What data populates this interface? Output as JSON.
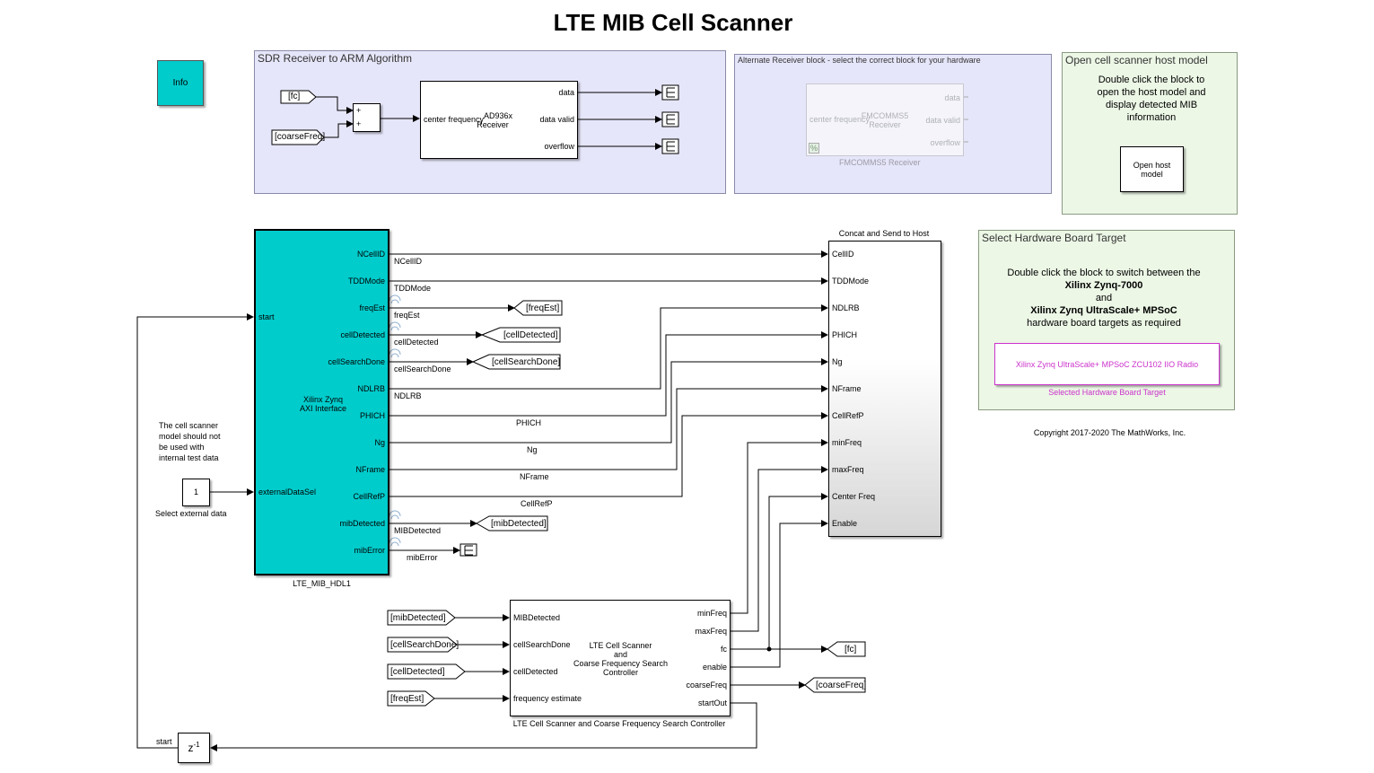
{
  "title": "LTE MIB Cell Scanner",
  "info_button": "Info",
  "sdr_area": {
    "label": "SDR Receiver to ARM Algorithm",
    "from_fc": "[fc]",
    "from_coarse": "[coarseFreq]",
    "sum_signs": [
      "+",
      "+"
    ],
    "receiver": {
      "name_line1": "AD936x",
      "name_line2": "Receiver",
      "in_port": "center frequency",
      "out_ports": [
        "data",
        "data valid",
        "overflow"
      ]
    }
  },
  "alt_area": {
    "label": "Alternate Receiver block - select the correct block for your hardware",
    "block": {
      "name_line1": "FMCOMMS5",
      "name_line2": "Receiver",
      "in_port": "center frequency",
      "out_ports": [
        "data",
        "data valid",
        "overflow"
      ],
      "caption": "FMCOMMS5 Receiver",
      "badge": "%"
    }
  },
  "host_area": {
    "label": "Open cell scanner host model",
    "text": [
      "Double click the block to",
      "open the host model and",
      "display detected MIB",
      "information"
    ],
    "button_line1": "Open host",
    "button_line2": "model"
  },
  "hw_area": {
    "label": "Select Hardware Board Target",
    "line1": "Double click the block to switch between the",
    "line2": "Xilinx Zynq-7000",
    "line3": "and",
    "line4": "Xilinx Zynq UltraScale+ MPSoC",
    "line5": "hardware board targets as required",
    "target_block": "Xilinx Zynq UltraScale+ MPSoC ZCU102 IIO Radio",
    "target_caption": "Selected Hardware Board Target"
  },
  "copyright": "Copyright 2017-2020 The MathWorks, Inc.",
  "hdl_block": {
    "name_line1": "Xilinx Zynq",
    "name_line2": "AXI Interface",
    "caption": "LTE_MIB_HDL1",
    "in_ports": [
      "start",
      "externalDataSel"
    ],
    "out_ports": [
      "NCellID",
      "TDDMode",
      "freqEst",
      "cellDetected",
      "cellSearchDone",
      "NDLRB",
      "PHICH",
      "Ng",
      "NFrame",
      "CellRefP",
      "mibDetected",
      "mibError"
    ]
  },
  "signal_labels": {
    "NCellID": "NCellID",
    "TDDMode": "TDDMode",
    "freqEst": "freqEst",
    "cellDetected": "cellDetected",
    "cellSearchDone": "cellSearchDone",
    "NDLRB": "NDLRB",
    "PHICH": "PHICH",
    "Ng": "Ng",
    "NFrame": "NFrame",
    "CellRefP": "CellRefP",
    "MIBDetected": "MIBDetected",
    "mibError": "mibError"
  },
  "goto_tags": {
    "freqEst": "[freqEst]",
    "cellDetected": "[cellDetected]",
    "cellSearchDone": "[cellSearchDone]",
    "mibDetected": "[mibDetected]",
    "fc": "[fc]",
    "coarseFreq": "[coarseFreq]"
  },
  "note": [
    "The cell scanner",
    "model should not",
    "be used with",
    "internal test data"
  ],
  "constant": {
    "value": "1",
    "caption": "Select external data"
  },
  "concat": {
    "caption": "Concat and Send to Host",
    "ports": [
      "CellID",
      "TDDMode",
      "NDLRB",
      "PHICH",
      "Ng",
      "NFrame",
      "CellRefP",
      "minFreq",
      "maxFreq",
      "Center Freq",
      "Enable"
    ]
  },
  "controller": {
    "name_line1": "LTE Cell Scanner",
    "name_line2": "and",
    "name_line3": "Coarse Frequency Search",
    "name_line4": "Controller",
    "caption": "LTE Cell Scanner and Coarse Frequency Search Controller",
    "in_ports": [
      "MIBDetected",
      "cellSearchDone",
      "cellDetected",
      "frequency estimate"
    ],
    "out_ports": [
      "minFreq",
      "maxFreq",
      "fc",
      "enable",
      "coarseFreq",
      "startOut"
    ]
  },
  "from_tags": {
    "mibDetected": "[mibDetected]",
    "cellSearchDone": "[cellSearchDone]",
    "cellDetected": "[cellDetected]",
    "freqEst": "[freqEst]"
  },
  "delay": {
    "symbol": "z",
    "exponent": "-1",
    "label": "start"
  },
  "colors": {
    "hdl_fill": "#00cccc",
    "area_blue": "#e6e6fa",
    "area_green": "#ecf7e6",
    "target_magenta": "#cc33cc"
  }
}
